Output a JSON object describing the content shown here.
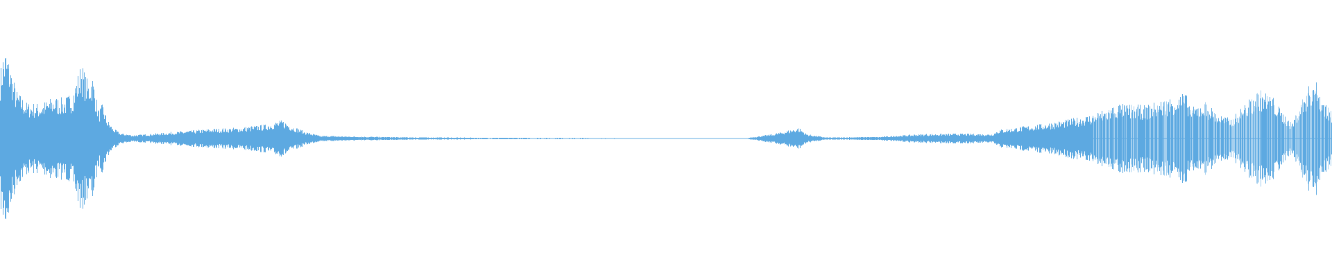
{
  "waveform": {
    "color": "#5DA9E1",
    "background": "#FFFFFF",
    "time_span": [
      0,
      1
    ],
    "amplitude_range": [
      -1,
      1
    ],
    "envelope": [
      [
        0.0,
        0.62
      ],
      [
        0.002,
        0.78
      ],
      [
        0.004,
        0.82
      ],
      [
        0.007,
        0.7
      ],
      [
        0.012,
        0.44
      ],
      [
        0.02,
        0.33
      ],
      [
        0.03,
        0.32
      ],
      [
        0.04,
        0.38
      ],
      [
        0.048,
        0.37
      ],
      [
        0.054,
        0.42
      ],
      [
        0.058,
        0.58
      ],
      [
        0.061,
        0.7
      ],
      [
        0.063,
        0.62
      ],
      [
        0.066,
        0.52
      ],
      [
        0.069,
        0.6
      ],
      [
        0.071,
        0.46
      ],
      [
        0.074,
        0.26
      ],
      [
        0.077,
        0.32
      ],
      [
        0.08,
        0.18
      ],
      [
        0.085,
        0.09
      ],
      [
        0.09,
        0.05
      ],
      [
        0.1,
        0.03
      ],
      [
        0.12,
        0.05
      ],
      [
        0.14,
        0.07
      ],
      [
        0.16,
        0.09
      ],
      [
        0.18,
        0.1
      ],
      [
        0.2,
        0.13
      ],
      [
        0.212,
        0.17
      ],
      [
        0.22,
        0.11
      ],
      [
        0.23,
        0.06
      ],
      [
        0.24,
        0.025
      ],
      [
        0.26,
        0.02
      ],
      [
        0.3,
        0.012
      ],
      [
        0.35,
        0.008
      ],
      [
        0.4,
        0.006
      ],
      [
        0.45,
        0.005
      ],
      [
        0.5,
        0.004
      ],
      [
        0.56,
        0.003
      ],
      [
        0.58,
        0.04
      ],
      [
        0.6,
        0.1
      ],
      [
        0.606,
        0.04
      ],
      [
        0.62,
        0.01
      ],
      [
        0.66,
        0.015
      ],
      [
        0.69,
        0.04
      ],
      [
        0.72,
        0.045
      ],
      [
        0.745,
        0.04
      ],
      [
        0.75,
        0.08
      ],
      [
        0.78,
        0.13
      ],
      [
        0.8,
        0.17
      ],
      [
        0.82,
        0.22
      ],
      [
        0.84,
        0.32
      ],
      [
        0.86,
        0.3
      ],
      [
        0.88,
        0.38
      ],
      [
        0.89,
        0.42
      ],
      [
        0.895,
        0.28
      ],
      [
        0.905,
        0.34
      ],
      [
        0.915,
        0.22
      ],
      [
        0.925,
        0.18
      ],
      [
        0.935,
        0.32
      ],
      [
        0.945,
        0.45
      ],
      [
        0.955,
        0.4
      ],
      [
        0.962,
        0.26
      ],
      [
        0.97,
        0.14
      ],
      [
        0.98,
        0.42
      ],
      [
        0.987,
        0.56
      ],
      [
        0.993,
        0.38
      ],
      [
        1.0,
        0.24
      ]
    ]
  }
}
